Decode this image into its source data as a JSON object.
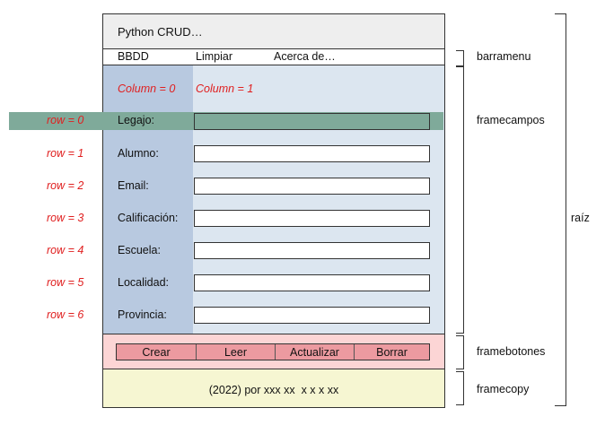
{
  "window": {
    "title": "Python CRUD…"
  },
  "menu": {
    "items": [
      "BBDD",
      "Limpiar",
      "Acerca de…"
    ]
  },
  "grid": {
    "col0": "Column = 0",
    "col1": "Column = 1",
    "rows": [
      {
        "row": "row = 0",
        "label": "Legajo:"
      },
      {
        "row": "row = 1",
        "label": "Alumno:"
      },
      {
        "row": "row = 2",
        "label": "Email:"
      },
      {
        "row": "row = 3",
        "label": "Calificación:"
      },
      {
        "row": "row = 4",
        "label": "Escuela:"
      },
      {
        "row": "row = 5",
        "label": "Localidad:"
      },
      {
        "row": "row = 6",
        "label": "Provincia:"
      }
    ]
  },
  "buttons": [
    "Crear",
    "Leer",
    "Actualizar",
    "Borrar"
  ],
  "footer": {
    "copy": "(2022) por xxx xx  x x x xx"
  },
  "annotations": {
    "barramenu": "barramenu",
    "framecampos": "framecampos",
    "framebotones": "framebotones",
    "framecopy": "framecopy",
    "raiz": "raíz"
  },
  "colors": {
    "titlebar": "#eeeeee",
    "framecampos": "#dce6f0",
    "label_column": "#b8c9e0",
    "highlight_row": "#7faa9a",
    "framebotones": "#fcd5d5",
    "button": "#ec9aa0",
    "framecopy": "#f6f6d2"
  }
}
